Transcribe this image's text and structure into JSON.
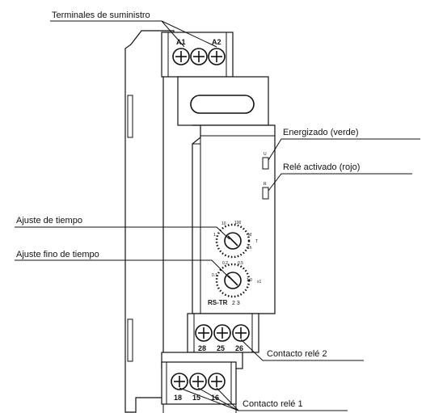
{
  "labels": {
    "supply_terminals": "Terminales de suministro",
    "energized": "Energizado (verde)",
    "relay_activated": "Relé activado (rojo)",
    "time_setting": "Ajuste de tiempo",
    "fine_time_setting": "Ajuste fino de tiempo",
    "relay_contact_2": "Contacto relé 2",
    "relay_contact_1": "Contacto relé 1"
  },
  "terminals": {
    "top": [
      "A1",
      "A2"
    ],
    "middle": [
      "28",
      "25",
      "26"
    ],
    "bottom": [
      "18",
      "15",
      "16"
    ]
  },
  "model": {
    "name": "RS-TR",
    "suffix": "2 3"
  },
  "dial_marks": {
    "time_dial": [
      "10",
      "100",
      "1",
      "M",
      "1h",
      "T"
    ],
    "fine_dial": [
      "0.1",
      "0.2",
      "0.5",
      "1.0",
      "x1"
    ]
  },
  "led_marks": [
    "U",
    "R"
  ]
}
